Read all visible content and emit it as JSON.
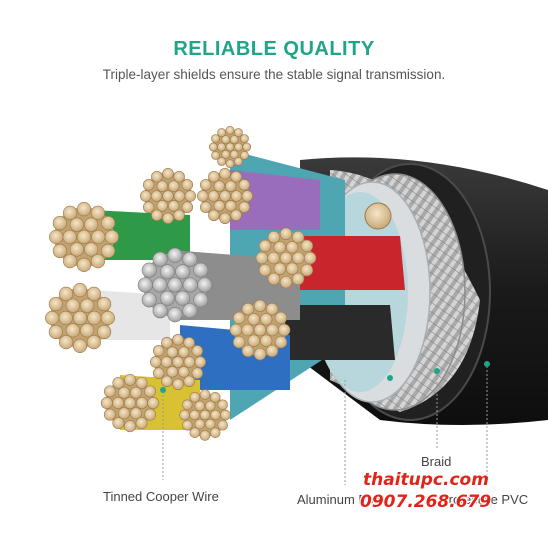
{
  "header": {
    "title": "RELIABLE QUALITY",
    "subtitle": "Triple-layer shields ensure the stable signal transmission."
  },
  "labels": {
    "tinned_wire": "Tinned Cooper Wire",
    "aluminum_foil": "Aluminum Foil",
    "braid": "Braid",
    "pvc": "Protective PVC"
  },
  "watermark": {
    "site": "thaitupc.com",
    "phone": "0907.268.679"
  },
  "colors": {
    "accent": "#1fa58a",
    "watermark": "#e2231a",
    "jacket": "#1c1c1c",
    "braid": "#b9b9b9"
  }
}
